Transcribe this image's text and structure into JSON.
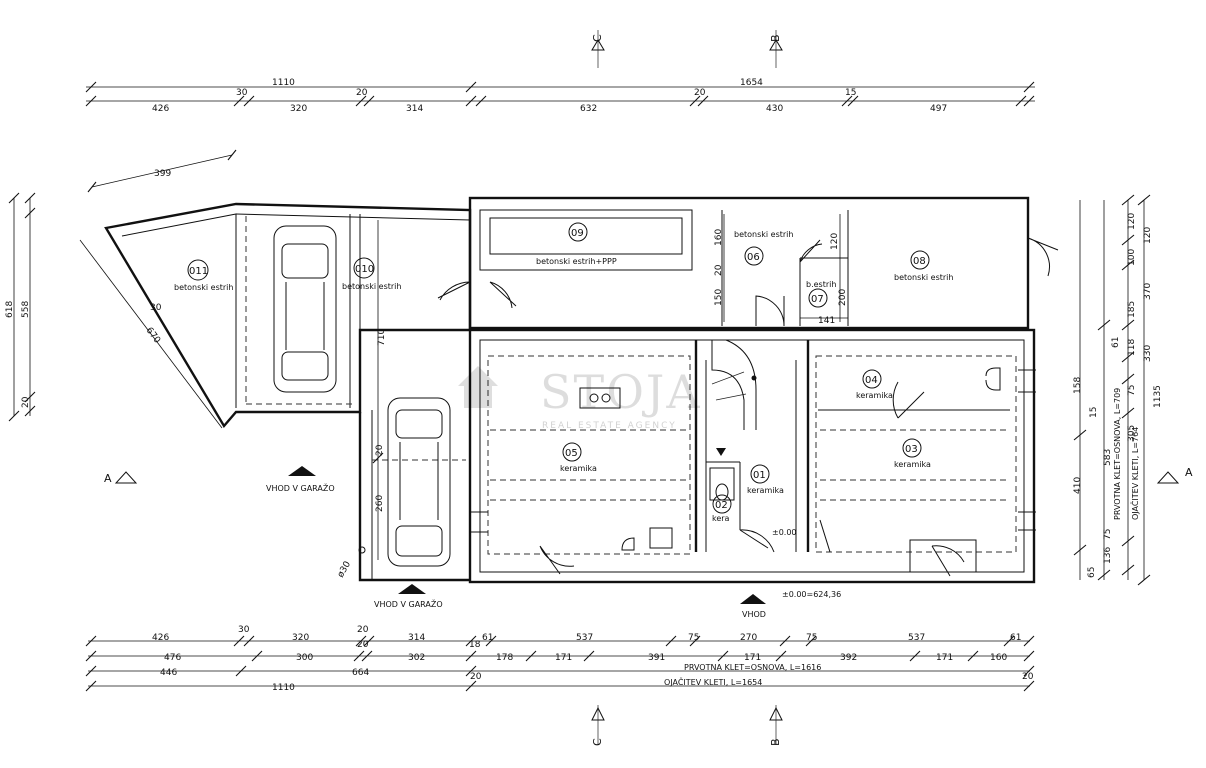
{
  "sections": {
    "C": "C",
    "B": "B",
    "A": "A"
  },
  "top_dims": {
    "row1": [
      "1110",
      "1654"
    ],
    "row2": [
      "426",
      "30",
      "320",
      "20",
      "314",
      "632",
      "20",
      "430",
      "15",
      "497"
    ]
  },
  "left_dims": {
    "diag_top": "399",
    "diag_side": "670",
    "small": "30",
    "v1": "618",
    "v2": "558",
    "v3": "20"
  },
  "rooms": {
    "r09": {
      "num": "09",
      "label": "betonski estrih+PPP"
    },
    "r06": {
      "num": "06",
      "label": "betonski estrih"
    },
    "r07": {
      "num": "07",
      "label": "b.estrih"
    },
    "r08": {
      "num": "08",
      "label": "betonski estrih"
    },
    "r011": {
      "num": "011",
      "label": "betonski estrih"
    },
    "r010": {
      "num": "010",
      "label": "betonski estrih"
    },
    "r05": {
      "num": "05",
      "label": "keramika"
    },
    "r01": {
      "num": "01",
      "label": "keramika"
    },
    "r02": {
      "num": "02",
      "label": "kera"
    },
    "r04": {
      "num": "04",
      "label": "keramika"
    },
    "r03": {
      "num": "03",
      "label": "keramika"
    }
  },
  "inner_dims": {
    "d160": "160",
    "d20": "20",
    "d150": "150",
    "d120": "120",
    "d200": "200",
    "d141": "141",
    "d710": "710",
    "d20b": "20",
    "d260": "260",
    "dia30": "ø30",
    "zero": "±0.00"
  },
  "entrances": {
    "garage1": "VHOD V GARAŽO",
    "garage2": "VHOD V GARAŽO",
    "main": "VHOD"
  },
  "level": "±0.00=624,36",
  "right_dims": {
    "a": [
      "120",
      "100",
      "185",
      "61",
      "118",
      "75",
      "158",
      "15",
      "583",
      "305",
      "75",
      "136",
      "65"
    ],
    "b": [
      "120",
      "370",
      "330",
      "410",
      "1135"
    ],
    "labels": [
      "PRVOTNA KLET=OSNOVA, L=709",
      "OJAČITEV KLETI, L=764"
    ]
  },
  "bottom_dims": {
    "row1": [
      "426",
      "30",
      "320",
      "20",
      "314",
      "61",
      "537",
      "75",
      "270",
      "75",
      "537",
      "61"
    ],
    "row2": [
      "476",
      "300",
      "20",
      "302",
      "18",
      "178",
      "171",
      "391",
      "171",
      "392",
      "171",
      "160"
    ],
    "row2_label": "PRVOTNA KLET=OSNOVA, L=1616",
    "row3": [
      "446",
      "664"
    ],
    "row3_label": "OJAČITEV KLETI, L=1654",
    "row4": [
      "1110"
    ],
    "small": [
      "20",
      "20"
    ]
  },
  "watermark": {
    "name": "STOJA",
    "sub": "REAL ESTATE AGENCY"
  }
}
